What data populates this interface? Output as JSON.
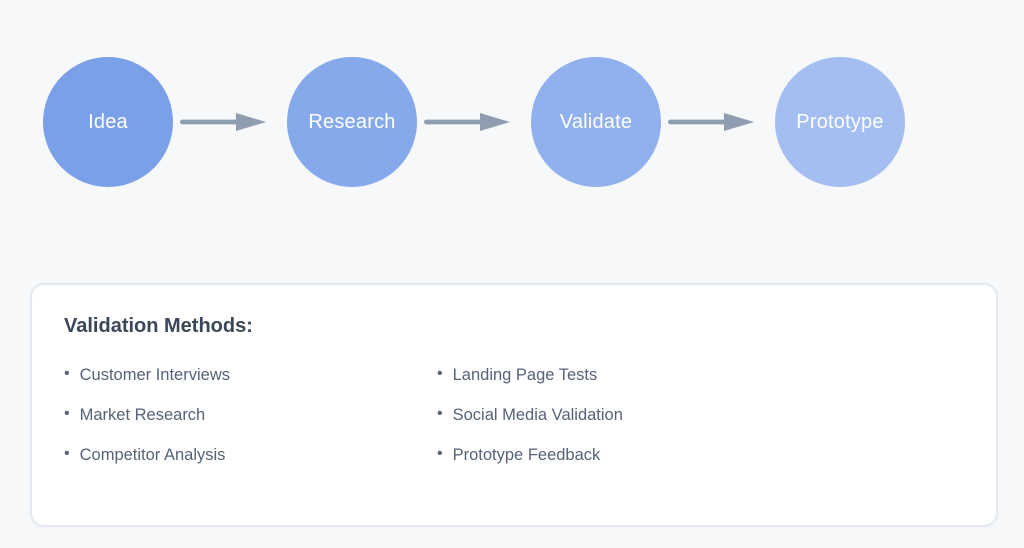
{
  "flow": {
    "steps": [
      {
        "label": "Idea",
        "color": "#7aa0e8"
      },
      {
        "label": "Research",
        "color": "#85a9eb"
      },
      {
        "label": "Validate",
        "color": "#91b1ee"
      },
      {
        "label": "Prototype",
        "color": "#a4bef2"
      }
    ],
    "arrow_color": "#8e9daf"
  },
  "methods": {
    "heading": "Validation Methods:",
    "bullet_glyph": "•",
    "items": [
      "Customer Interviews",
      "Market Research",
      "Competitor Analysis",
      "Landing Page Tests",
      "Social Media Validation",
      "Prototype Feedback"
    ]
  },
  "colors": {
    "page_background": "#f6f8fa",
    "card_background": "#ffffff",
    "card_border": "#e4e9f1",
    "heading_text": "#3a4759",
    "body_text": "#566277",
    "circle_label_text": "#ffffff"
  }
}
